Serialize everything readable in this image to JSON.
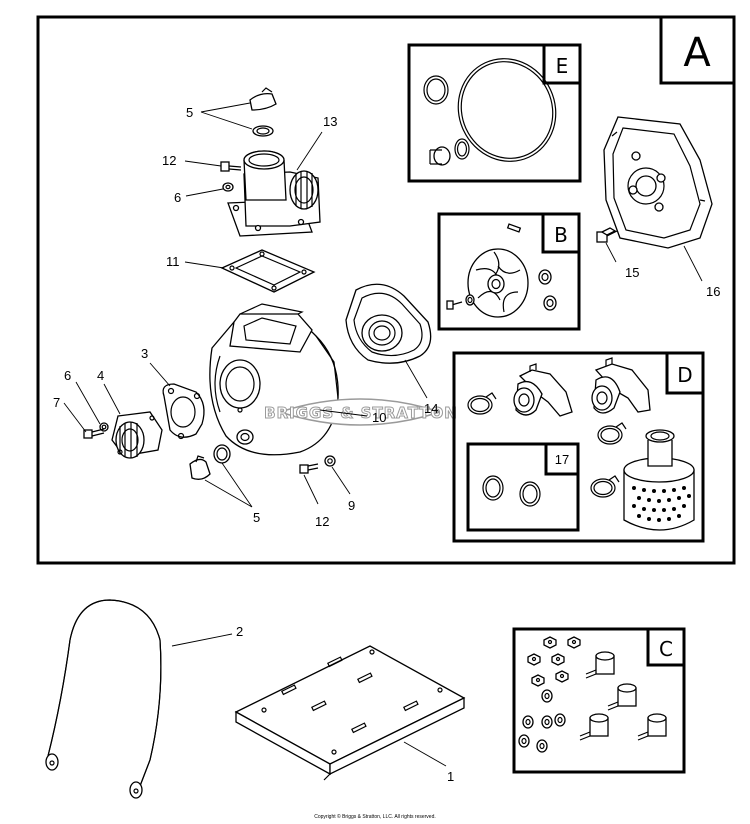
{
  "boxes": {
    "a": "A",
    "b": "B",
    "c": "C",
    "d": "D",
    "e": "E",
    "n17": "17"
  },
  "callouts": {
    "n1": "1",
    "n2": "2",
    "n3": "3",
    "n4": "4",
    "n5_top": "5",
    "n5_bottom": "5",
    "n6_top": "6",
    "n6_left": "6",
    "n7": "7",
    "n9": "9",
    "n10": "10",
    "n11": "11",
    "n12_top": "12",
    "n12_bottom": "12",
    "n13": "13",
    "n14": "14",
    "n15": "15",
    "n16": "16"
  },
  "watermark": "BRIGGS & STRATTON",
  "copyright": "Copyright © Briggs & Stratton, LLC. All rights reserved."
}
